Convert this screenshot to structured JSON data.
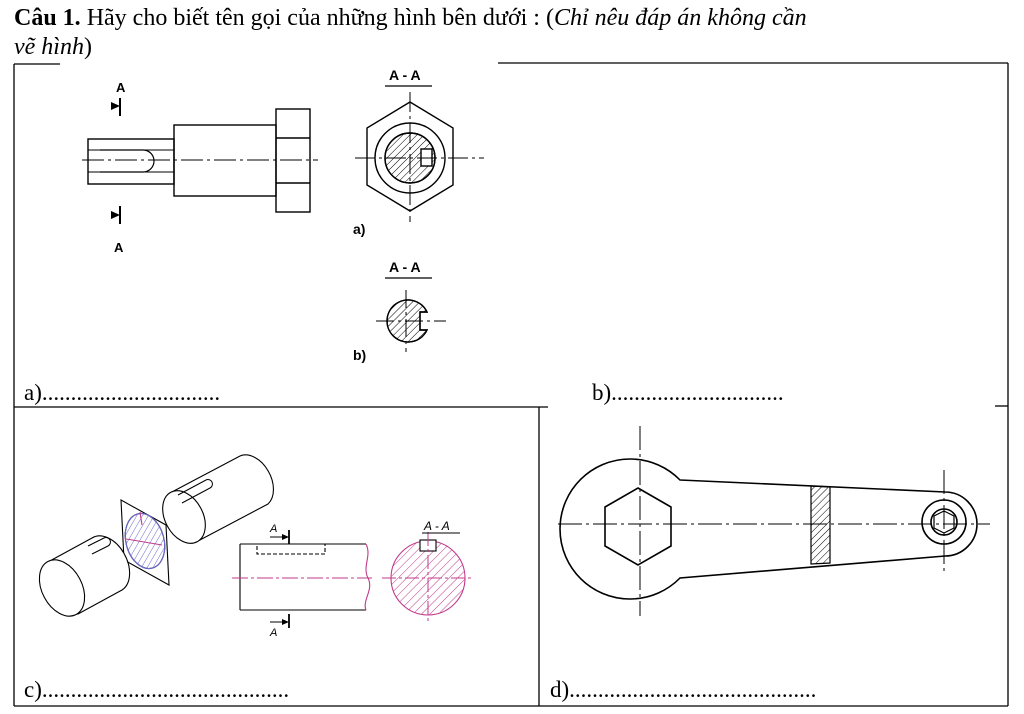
{
  "question": {
    "label": "Câu 1.",
    "text": " Hãy cho biết tên gọi của những hình bên dưới : (",
    "note_part1": "Chỉ nêu đáp án không cần",
    "note_part2": "vẽ hình",
    "close_paren": ")"
  },
  "panel_a": {
    "section_mark": "A",
    "view_title": "A - A",
    "sub_a": "a)",
    "sub_b": "b)"
  },
  "panel_c": {
    "section_mark": "A",
    "view_title": "A - A"
  },
  "answers": {
    "a": "a)...............................",
    "b": "b)..............................",
    "c": "c)...........................................",
    "d": "d)..........................................."
  }
}
